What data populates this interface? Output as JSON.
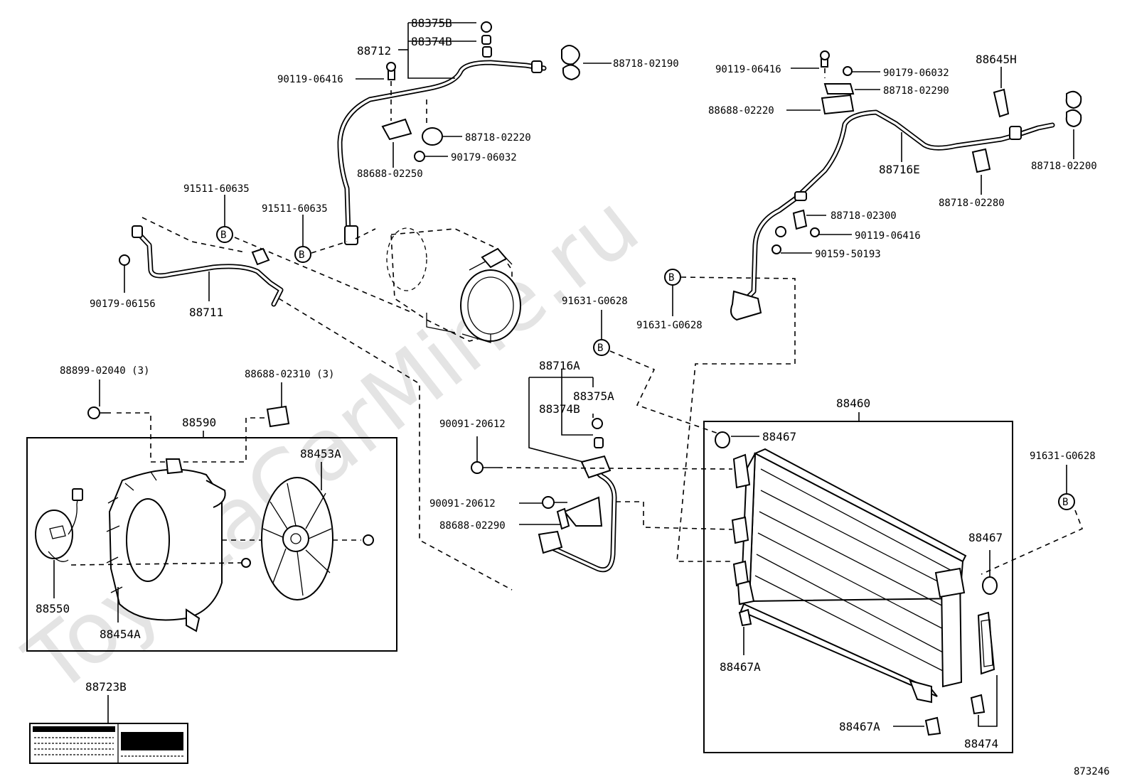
{
  "watermark": "ToyotaCarMine.ru",
  "diagram_id": "873246",
  "ref_marker": "B",
  "parts": {
    "p88375B": "88375B",
    "p88374B_top": "88374B",
    "p88712": "88712",
    "p88718_02190": "88718-02190",
    "p90119_06416_a": "90119-06416",
    "p88718_02220": "88718-02220",
    "p90179_06032_a": "90179-06032",
    "p88688_02250": "88688-02250",
    "p91511_60635_a": "91511-60635",
    "p91511_60635_b": "91511-60635",
    "p90179_06156": "90179-06156",
    "p88711": "88711",
    "p90119_06416_b": "90119-06416",
    "p90179_06032_b": "90179-06032",
    "p88645H": "88645H",
    "p88718_02290": "88718-02290",
    "p88688_02220": "88688-02220",
    "p88716E": "88716E",
    "p88718_02200": "88718-02200",
    "p88718_02280": "88718-02280",
    "p88718_02300": "88718-02300",
    "p90119_06416_c": "90119-06416",
    "p90159_50193": "90159-50193",
    "p91631_G0628_a": "91631-G0628",
    "p91631_G0628_b": "91631-G0628",
    "p91631_G0628_c": "91631-G0628",
    "p88716A": "88716A",
    "p88375A": "88375A",
    "p88374B_mid": "88374B",
    "p90091_20612_a": "90091-20612",
    "p90091_20612_b": "90091-20612",
    "p88688_02290": "88688-02290",
    "p88899_02040": "88899-02040 (3)",
    "p88688_02310": "88688-02310 (3)",
    "p88590": "88590",
    "p88453A": "88453A",
    "p88550": "88550",
    "p88454A": "88454A",
    "p88723B": "88723B",
    "p88460": "88460",
    "p88467_a": "88467",
    "p88467_b": "88467",
    "p88467A_a": "88467A",
    "p88467A_b": "88467A",
    "p88474": "88474"
  }
}
